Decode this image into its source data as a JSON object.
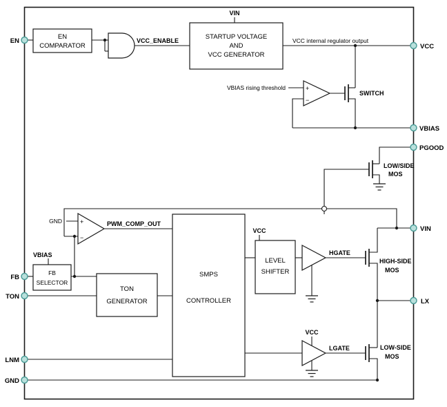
{
  "colors": {
    "pin_fill": "#b9e0dc",
    "pin_stroke": "#4d9d98",
    "wire": "#1a1a1a"
  },
  "pins": {
    "top": {
      "label": "VIN"
    },
    "left": [
      {
        "label": "EN"
      },
      {
        "label": "FB"
      },
      {
        "label": "TON"
      },
      {
        "label": "LNM"
      },
      {
        "label": "GND"
      }
    ],
    "right": [
      {
        "label": "VCC"
      },
      {
        "label": "VBIAS"
      },
      {
        "label": "PGOOD"
      },
      {
        "label": "VIN"
      },
      {
        "label": "LX"
      }
    ]
  },
  "blocks": {
    "en_comparator": {
      "line1": "EN",
      "line2": "COMPARATOR"
    },
    "startup_generator": {
      "line1": "STARTUP VOLTAGE",
      "line2": "AND",
      "line3": "VCC GENERATOR"
    },
    "fb_selector": {
      "line1": "FB",
      "line2": "SELECTOR"
    },
    "ton_generator": {
      "line1": "TON",
      "line2": "GENERATOR"
    },
    "smps_controller": {
      "line1": "SMPS",
      "line2": "CONTROLLER"
    },
    "level_shifter": {
      "line1": "LEVEL",
      "line2": "SHIFTER"
    }
  },
  "signals": {
    "vcc_enable": "VCC_ENABLE",
    "vcc_internal_regulator": "VCC internal regulator output",
    "vbias_rising_threshold": "VBIAS rising threshold",
    "pwm_comp_out": "PWM_COMP_OUT",
    "gnd_input": "GND",
    "vbias_fb": "VBIAS",
    "vcc_level_shifter": "VCC",
    "vcc_lgate": "VCC",
    "hgate": "HGATE",
    "lgate": "LGATE",
    "switch": "SWITCH"
  },
  "mosfets": {
    "pgood": {
      "line1": "LOW/SIDE",
      "line2": "MOS"
    },
    "high_side": {
      "line1": "HIGH-SIDE",
      "line2": "MOS"
    },
    "low_side": {
      "line1": "LOW-SIDE",
      "line2": "MOS"
    }
  },
  "symbols": {
    "plus": "+",
    "minus": "−"
  }
}
